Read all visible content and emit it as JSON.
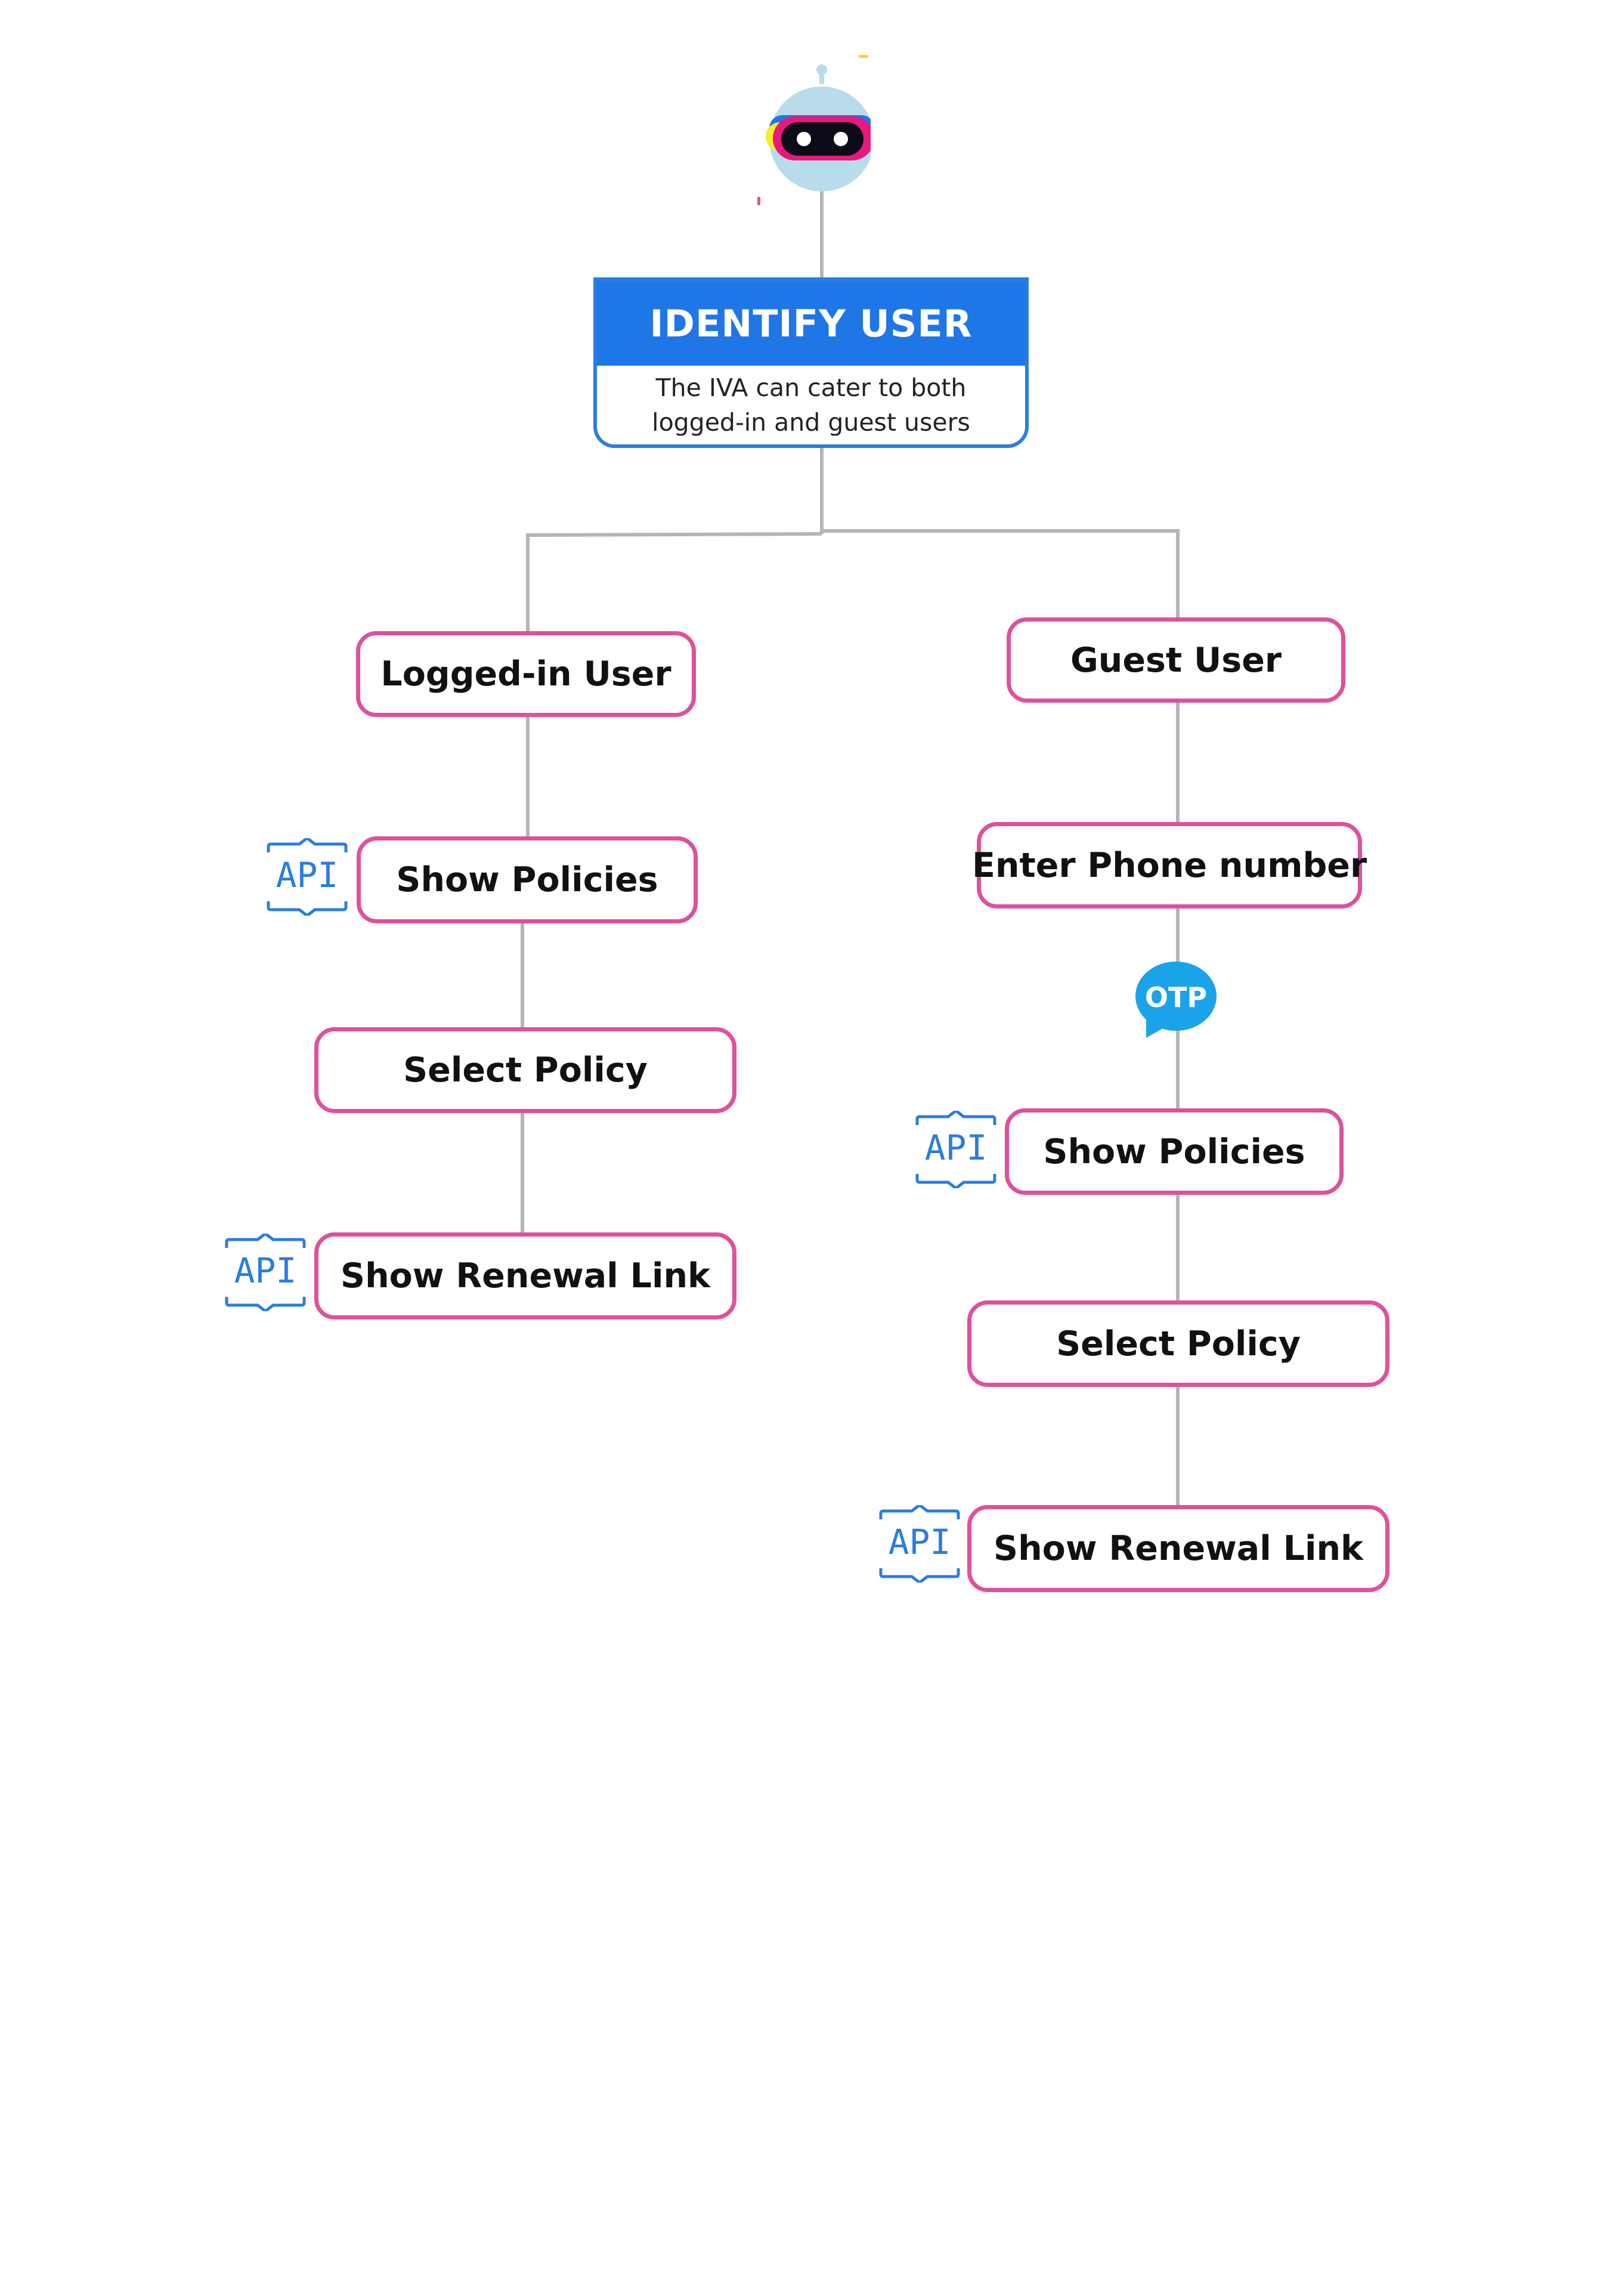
{
  "diagram": {
    "root": {
      "title": "IDENTIFY USER",
      "description_lines": [
        "The IVA can cater to both",
        "logged-in and guest users"
      ]
    },
    "logged_in_branch": {
      "label": "Logged-in User",
      "steps": [
        {
          "label": "Show Policies",
          "badge": "API"
        },
        {
          "label": "Select Policy",
          "badge": ""
        },
        {
          "label": "Show Renewal Link",
          "badge": "API"
        }
      ]
    },
    "guest_branch": {
      "label": "Guest User",
      "steps": [
        {
          "label": "Enter Phone number",
          "badge": ""
        },
        {
          "label": "Show Policies",
          "badge": "API"
        },
        {
          "label": "Select Policy",
          "badge": ""
        },
        {
          "label": "Show Renewal Link",
          "badge": "API"
        }
      ],
      "otp_badge": "OTP"
    },
    "badges": {
      "api": "API",
      "otp": "OTP"
    }
  },
  "colors": {
    "node_border": "#e0509a",
    "header_blue": "#1f76e6",
    "api_blue": "#2a7de1",
    "otp_blue": "#1aa3e8",
    "connector": "#b5b5b5",
    "robot_body": "#b9dcec",
    "robot_visor": "#e8187c"
  },
  "icons": [
    "robot-mascot-icon",
    "api-badge-icon",
    "otp-chat-bubble-icon"
  ]
}
